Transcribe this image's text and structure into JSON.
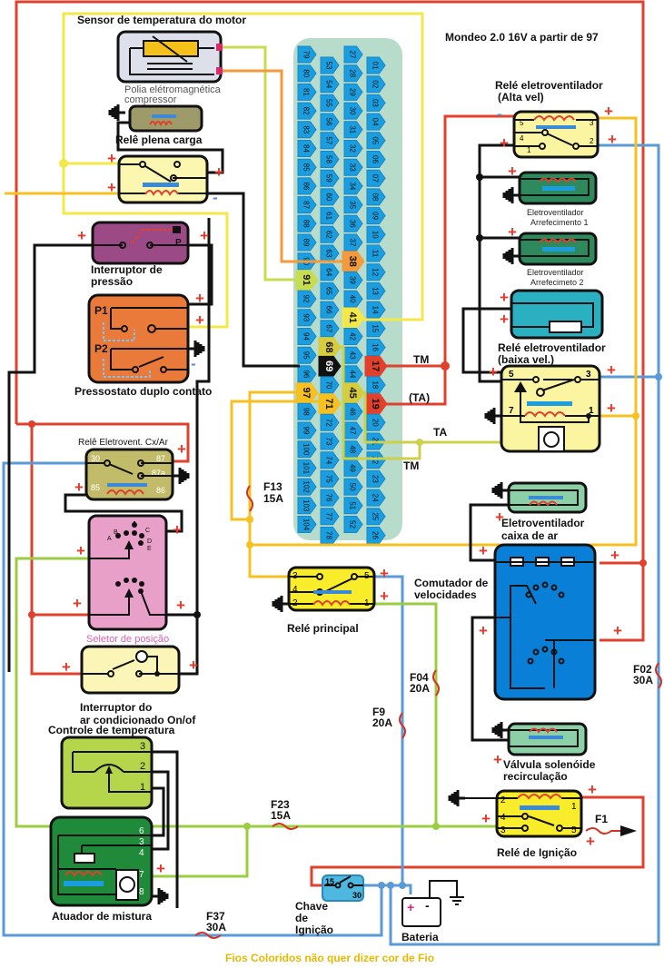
{
  "title": "Mondeo 2.0 16V a partir de 97",
  "footer": "Fios Coloridos não quer dizer cor de Fio",
  "symbols": {
    "plus": "+",
    "minus": "-"
  },
  "components": {
    "sensor_temp": "Sensor de temperatura do motor",
    "polia_1": "Polia elétromagnética",
    "polia_2": "compressor",
    "rele_plena": "Relê plena carga",
    "interruptor_pressao_1": "Interruptor de",
    "interruptor_pressao_2": "pressão",
    "pressostato": "Pressostato duplo contato",
    "p1": "P1",
    "p2": "P2",
    "p": "P",
    "rele_cxar": "Relê Eletrovent. Cx/Ar",
    "rele_cxar_pins": [
      "30",
      "87",
      "87a",
      "85",
      "86"
    ],
    "seletor": "Seletor de posição",
    "seletor_letters": [
      "A",
      "B",
      "C",
      "D",
      "E"
    ],
    "interruptor_ac_1": "Interruptor do",
    "interruptor_ac_2": "ar condicionado On/of",
    "controle_temp": "Controle de temperatura",
    "controle_pins": [
      "3",
      "2",
      "1"
    ],
    "atuador": "Atuador de mistura",
    "atuador_pins": [
      "6",
      "3",
      "4",
      "7",
      "8"
    ],
    "rele_principal": "Relé principal",
    "rele_principal_pins": [
      "3",
      "4",
      "2",
      "5",
      "1"
    ],
    "rele_alta_1": "Relé eletroventilador",
    "rele_alta_2": "(Alta vel)",
    "rele_alta_pins": [
      "5",
      "4",
      "1",
      "3",
      "2"
    ],
    "eletrovent1_1": "Eletroventilador",
    "eletrovent1_2": "Arrefecimento 1",
    "eletrovent2_1": "Eletroventilador",
    "eletrovent2_2": "Arrefecimeto 2",
    "rele_baixa_1": "Relé eletroventilador",
    "rele_baixa_2": "(baixa vel.)",
    "rele_baixa_pins": [
      "5",
      "3",
      "7",
      "1"
    ],
    "eletrovent_cx_1": "Eletroventilador",
    "eletrovent_cx_2": "caixa de ar",
    "comutador_1": "Comutador de",
    "comutador_2": "velocidades",
    "valvula_1": "Válvula solenóide",
    "valvula_2": "recirculação",
    "rele_ignicao": "Relé de Ignição",
    "rele_ignicao_pins": [
      "2",
      "4",
      "3",
      "1",
      "5"
    ],
    "chave_1": "Chave",
    "chave_2": "de",
    "chave_3": "Ignição",
    "chave_pins": [
      "15",
      "30"
    ],
    "bateria": "Bateria"
  },
  "fuses": {
    "f13": [
      "F13",
      "15A"
    ],
    "f04": [
      "F04",
      "20A"
    ],
    "f9": [
      "F9",
      "20A"
    ],
    "f02": [
      "F02",
      "30A"
    ],
    "f23": [
      "F23",
      "15A"
    ],
    "f37": [
      "F37",
      "30A"
    ],
    "f1": "F1"
  },
  "wire_labels": {
    "tm1": "TM",
    "ta1": "(TA)",
    "ta2": "TA",
    "tm2": "TM"
  },
  "connector": {
    "columns": [
      [
        "79",
        "80",
        "81",
        "82",
        "83",
        "84",
        "85",
        "86",
        "87",
        "88",
        "89",
        "90",
        "91",
        "92",
        "93",
        "94",
        "95",
        "96",
        "97",
        "98",
        "99",
        "100",
        "101",
        "102",
        "103",
        "104"
      ],
      [
        "53",
        "54",
        "55",
        "56",
        "57",
        "58",
        "59",
        "60",
        "61",
        "62",
        "63",
        "64",
        "65",
        "66",
        "67",
        "68",
        "69",
        "70",
        "71",
        "72",
        "73",
        "74",
        "75",
        "76",
        "77",
        "78"
      ],
      [
        "27",
        "28",
        "29",
        "30",
        "31",
        "32",
        "33",
        "34",
        "35",
        "36",
        "37",
        "38",
        "39",
        "40",
        "41",
        "42",
        "43",
        "44",
        "45",
        "46",
        "47",
        "48",
        "49",
        "50",
        "51",
        "52"
      ],
      [
        "01",
        "02",
        "03",
        "04",
        "05",
        "06",
        "07",
        "08",
        "09",
        "10",
        "11",
        "12",
        "13",
        "14",
        "15",
        "16",
        "17",
        "18",
        "19",
        "20",
        "21",
        "22",
        "23",
        "24",
        "25",
        "26"
      ]
    ],
    "highlighted": {
      "38": "#f39a3c",
      "91": "#c8dc50",
      "41": "#f3e84a",
      "68": "#d6cc3e",
      "69": "#111111",
      "17": "#e0402c",
      "97": "#f5c020",
      "71": "#f5c020",
      "45": "#d6cc3e",
      "19": "#e0402c"
    },
    "pin_color": "#1a9ee0",
    "body_color": "#b8dccb"
  },
  "colors": {
    "red": "#e0402c",
    "blue": "#5a9ad8",
    "yellow": "#f3e84a",
    "orange_yellow": "#f5c020",
    "green": "#9acd40",
    "black": "#111111"
  }
}
